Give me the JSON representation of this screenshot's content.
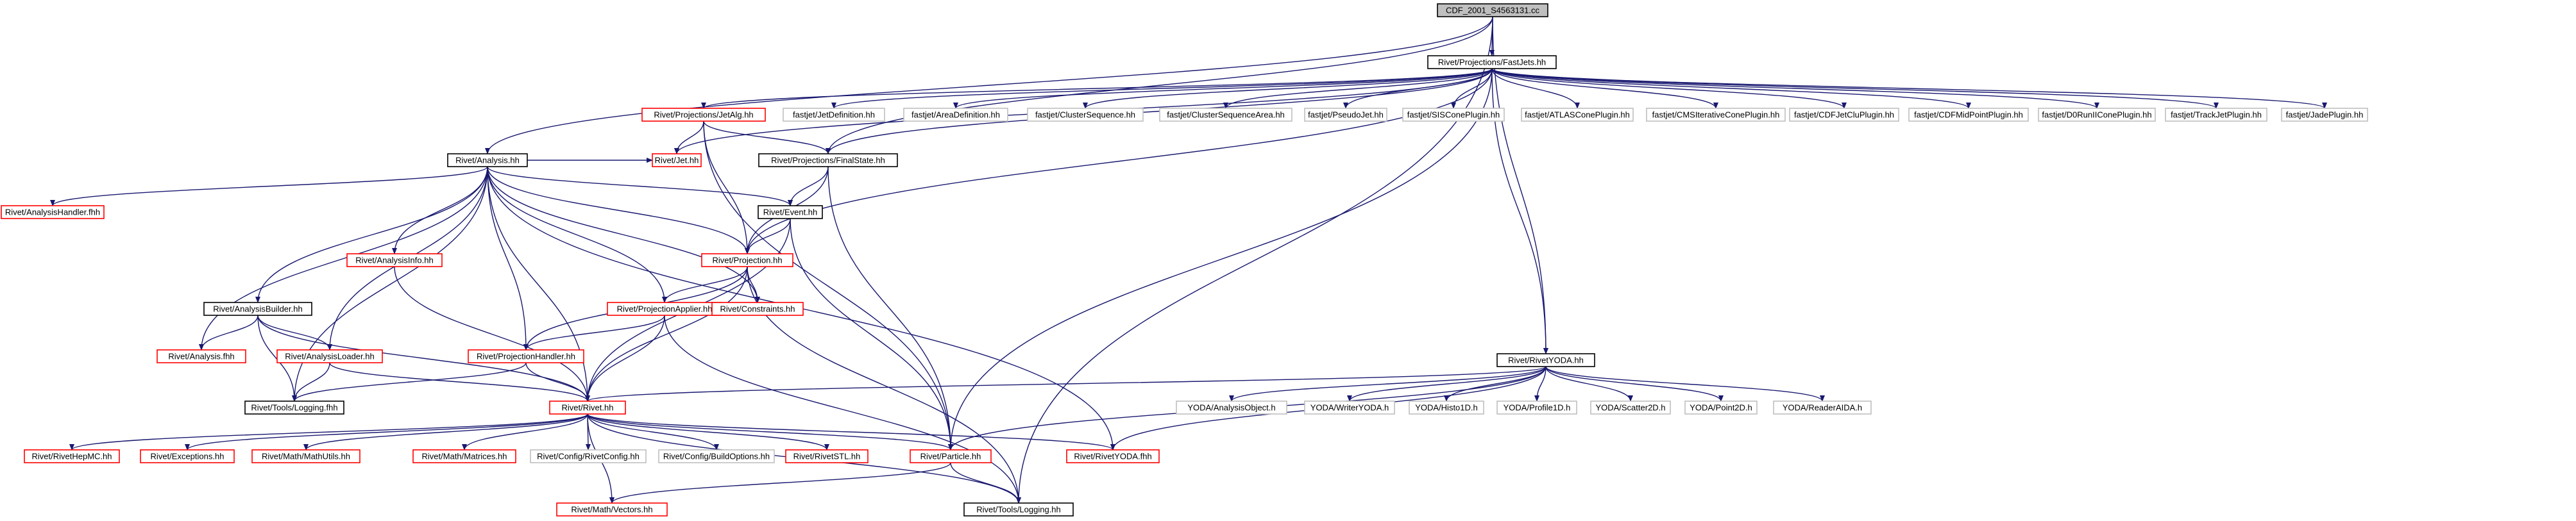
{
  "graph": {
    "colors": {
      "edge": "#191970",
      "border_normal": "#000000",
      "border_missing": "#ff0000",
      "border_external": "#bfbfbf",
      "root_fill": "#bfbfbf",
      "text": "#000000",
      "background": "#ffffff"
    },
    "nodes": [
      {
        "id": "root",
        "label": "CDF_2001_S4563131.cc",
        "style": "root"
      },
      {
        "id": "fastjets",
        "label": "Rivet/Projections/FastJets.hh",
        "style": "normal"
      },
      {
        "id": "jetalg",
        "label": "Rivet/Projections/JetAlg.hh",
        "style": "missing"
      },
      {
        "id": "jetdef",
        "label": "fastjet/JetDefinition.hh",
        "style": "external"
      },
      {
        "id": "areadef",
        "label": "fastjet/AreaDefinition.hh",
        "style": "external"
      },
      {
        "id": "clusterseq",
        "label": "fastjet/ClusterSequence.hh",
        "style": "external"
      },
      {
        "id": "clusterseqarea",
        "label": "fastjet/ClusterSequenceArea.hh",
        "style": "external"
      },
      {
        "id": "pseudojet",
        "label": "fastjet/PseudoJet.hh",
        "style": "external"
      },
      {
        "id": "siscone",
        "label": "fastjet/SISConePlugin.hh",
        "style": "external"
      },
      {
        "id": "atlascone",
        "label": "fastjet/ATLASConePlugin.hh",
        "style": "external"
      },
      {
        "id": "cmscone",
        "label": "fastjet/CMSIterativeConePlugin.hh",
        "style": "external"
      },
      {
        "id": "cdfjetclu",
        "label": "fastjet/CDFJetCluPlugin.hh",
        "style": "external"
      },
      {
        "id": "cdfmidpoint",
        "label": "fastjet/CDFMidPointPlugin.hh",
        "style": "external"
      },
      {
        "id": "d0run",
        "label": "fastjet/D0RunIIConePlugin.hh",
        "style": "external"
      },
      {
        "id": "trackjet",
        "label": "fastjet/TrackJetPlugin.hh",
        "style": "external"
      },
      {
        "id": "jade",
        "label": "fastjet/JadePlugin.hh",
        "style": "external"
      },
      {
        "id": "analysis",
        "label": "Rivet/Analysis.hh",
        "style": "normal"
      },
      {
        "id": "jet",
        "label": "Rivet/Jet.hh",
        "style": "missing"
      },
      {
        "id": "finalstate",
        "label": "Rivet/Projections/FinalState.hh",
        "style": "normal"
      },
      {
        "id": "analysishandler",
        "label": "Rivet/AnalysisHandler.fhh",
        "style": "missing"
      },
      {
        "id": "event",
        "label": "Rivet/Event.hh",
        "style": "normal"
      },
      {
        "id": "analysisinfo",
        "label": "Rivet/AnalysisInfo.hh",
        "style": "missing"
      },
      {
        "id": "projection",
        "label": "Rivet/Projection.hh",
        "style": "missing"
      },
      {
        "id": "analysisbuilder",
        "label": "Rivet/AnalysisBuilder.hh",
        "style": "normal"
      },
      {
        "id": "projectionapplier",
        "label": "Rivet/ProjectionApplier.hh",
        "style": "missing"
      },
      {
        "id": "constraints",
        "label": "Rivet/Constraints.hh",
        "style": "missing"
      },
      {
        "id": "analysisfhh",
        "label": "Rivet/Analysis.fhh",
        "style": "missing"
      },
      {
        "id": "analysisloader",
        "label": "Rivet/AnalysisLoader.hh",
        "style": "missing"
      },
      {
        "id": "projectionhandler",
        "label": "Rivet/ProjectionHandler.hh",
        "style": "missing"
      },
      {
        "id": "toolsloggingfhh",
        "label": "Rivet/Tools/Logging.fhh",
        "style": "normal"
      },
      {
        "id": "rivethh",
        "label": "Rivet/Rivet.hh",
        "style": "missing"
      },
      {
        "id": "rivetyoda",
        "label": "Rivet/RivetYODA.hh",
        "style": "normal"
      },
      {
        "id": "yodaao",
        "label": "YODA/AnalysisObject.h",
        "style": "external"
      },
      {
        "id": "yodawriter",
        "label": "YODA/WriterYODA.h",
        "style": "external"
      },
      {
        "id": "yodahisto",
        "label": "YODA/Histo1D.h",
        "style": "external"
      },
      {
        "id": "yodaprofile",
        "label": "YODA/Profile1D.h",
        "style": "external"
      },
      {
        "id": "yodascatter",
        "label": "YODA/Scatter2D.h",
        "style": "external"
      },
      {
        "id": "yodapoint",
        "label": "YODA/Point2D.h",
        "style": "external"
      },
      {
        "id": "yodareader",
        "label": "YODA/ReaderAIDA.h",
        "style": "external"
      },
      {
        "id": "rivethepmc",
        "label": "Rivet/RivetHepMC.hh",
        "style": "missing"
      },
      {
        "id": "exceptions",
        "label": "Rivet/Exceptions.hh",
        "style": "missing"
      },
      {
        "id": "mathutils",
        "label": "Rivet/Math/MathUtils.hh",
        "style": "missing"
      },
      {
        "id": "matrices",
        "label": "Rivet/Math/Matrices.hh",
        "style": "missing"
      },
      {
        "id": "rivetconfig",
        "label": "Rivet/Config/RivetConfig.hh",
        "style": "external"
      },
      {
        "id": "buildoptions",
        "label": "Rivet/Config/BuildOptions.hh",
        "style": "external"
      },
      {
        "id": "rivetstl",
        "label": "Rivet/RivetSTL.hh",
        "style": "missing"
      },
      {
        "id": "particle",
        "label": "Rivet/Particle.hh",
        "style": "missing"
      },
      {
        "id": "rivetyodafhh",
        "label": "Rivet/RivetYODA.fhh",
        "style": "missing"
      },
      {
        "id": "vectors",
        "label": "Rivet/Math/Vectors.hh",
        "style": "missing"
      },
      {
        "id": "toolslogginghh",
        "label": "Rivet/Tools/Logging.hh",
        "style": "normal"
      }
    ],
    "edges": [
      [
        "root",
        "fastjets"
      ],
      [
        "root",
        "analysis"
      ],
      [
        "root",
        "finalstate"
      ],
      [
        "root",
        "rivetyoda"
      ],
      [
        "root",
        "toolslogginghh"
      ],
      [
        "fastjets",
        "jetalg"
      ],
      [
        "fastjets",
        "jetdef"
      ],
      [
        "fastjets",
        "areadef"
      ],
      [
        "fastjets",
        "clusterseq"
      ],
      [
        "fastjets",
        "clusterseqarea"
      ],
      [
        "fastjets",
        "pseudojet"
      ],
      [
        "fastjets",
        "siscone"
      ],
      [
        "fastjets",
        "atlascone"
      ],
      [
        "fastjets",
        "cmscone"
      ],
      [
        "fastjets",
        "cdfjetclu"
      ],
      [
        "fastjets",
        "cdfmidpoint"
      ],
      [
        "fastjets",
        "d0run"
      ],
      [
        "fastjets",
        "trackjet"
      ],
      [
        "fastjets",
        "jade"
      ],
      [
        "fastjets",
        "jet"
      ],
      [
        "fastjets",
        "finalstate"
      ],
      [
        "fastjets",
        "projection"
      ],
      [
        "fastjets",
        "particle"
      ],
      [
        "fastjets",
        "rivetyoda"
      ],
      [
        "jetalg",
        "jet"
      ],
      [
        "jetalg",
        "finalstate"
      ],
      [
        "jetalg",
        "projection"
      ],
      [
        "jetalg",
        "particle"
      ],
      [
        "analysis",
        "analysishandler"
      ],
      [
        "analysis",
        "event"
      ],
      [
        "analysis",
        "analysisinfo"
      ],
      [
        "analysis",
        "projection"
      ],
      [
        "analysis",
        "analysisbuilder"
      ],
      [
        "analysis",
        "projectionapplier"
      ],
      [
        "analysis",
        "constraints"
      ],
      [
        "analysis",
        "analysisfhh"
      ],
      [
        "analysis",
        "analysisloader"
      ],
      [
        "analysis",
        "projectionhandler"
      ],
      [
        "analysis",
        "toolsloggingfhh"
      ],
      [
        "analysis",
        "rivethh"
      ],
      [
        "analysis",
        "rivetyodafhh"
      ],
      [
        "analysis",
        "jet"
      ],
      [
        "finalstate",
        "projection"
      ],
      [
        "finalstate",
        "particle"
      ],
      [
        "finalstate",
        "event"
      ],
      [
        "event",
        "projection"
      ],
      [
        "event",
        "rivethh"
      ],
      [
        "event",
        "particle"
      ],
      [
        "analysisinfo",
        "rivethh"
      ],
      [
        "projection",
        "projectionapplier"
      ],
      [
        "projection",
        "constraints"
      ],
      [
        "projection",
        "rivethh"
      ],
      [
        "projection",
        "projectionhandler"
      ],
      [
        "projection",
        "toolslogginghh"
      ],
      [
        "analysisbuilder",
        "analysisfhh"
      ],
      [
        "analysisbuilder",
        "analysisloader"
      ],
      [
        "analysisbuilder",
        "toolsloggingfhh"
      ],
      [
        "analysisbuilder",
        "rivethh"
      ],
      [
        "projectionapplier",
        "projectionhandler"
      ],
      [
        "projectionapplier",
        "rivethh"
      ],
      [
        "projectionapplier",
        "toolslogginghh"
      ],
      [
        "analysisloader",
        "rivethh"
      ],
      [
        "analysisloader",
        "toolsloggingfhh"
      ],
      [
        "projectionhandler",
        "rivethh"
      ],
      [
        "projectionhandler",
        "toolsloggingfhh"
      ],
      [
        "rivetyoda",
        "rivethh"
      ],
      [
        "rivetyoda",
        "rivetyodafhh"
      ],
      [
        "rivetyoda",
        "yodaao"
      ],
      [
        "rivetyoda",
        "yodawriter"
      ],
      [
        "rivetyoda",
        "yodahisto"
      ],
      [
        "rivetyoda",
        "yodaprofile"
      ],
      [
        "rivetyoda",
        "yodascatter"
      ],
      [
        "rivetyoda",
        "yodapoint"
      ],
      [
        "rivetyoda",
        "yodareader"
      ],
      [
        "rivetyoda",
        "particle"
      ],
      [
        "rivethh",
        "rivethepmc"
      ],
      [
        "rivethh",
        "exceptions"
      ],
      [
        "rivethh",
        "mathutils"
      ],
      [
        "rivethh",
        "matrices"
      ],
      [
        "rivethh",
        "rivetconfig"
      ],
      [
        "rivethh",
        "buildoptions"
      ],
      [
        "rivethh",
        "rivetstl"
      ],
      [
        "rivethh",
        "particle"
      ],
      [
        "rivethh",
        "rivetyodafhh"
      ],
      [
        "rivethh",
        "vectors"
      ],
      [
        "rivethh",
        "toolslogginghh"
      ],
      [
        "particle",
        "vectors"
      ],
      [
        "particle",
        "toolslogginghh"
      ]
    ]
  }
}
